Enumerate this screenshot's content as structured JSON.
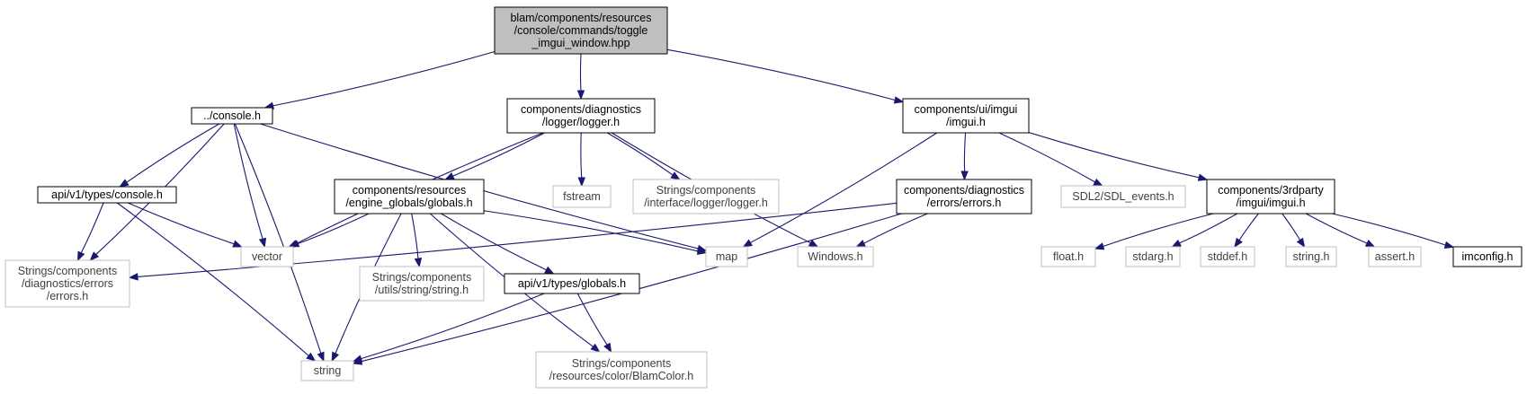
{
  "colors": {
    "edge": "#191970",
    "root_fill": "#bfbfbf",
    "node_border": "#000000",
    "external_border": "#bfbfbf",
    "external_text": "#404040"
  },
  "nodes": [
    {
      "id": "root",
      "style": "root",
      "lines": [
        "blam/components/resources",
        "/console/commands/toggle",
        "_imgui_window.hpp"
      ]
    },
    {
      "id": "console",
      "style": "solid",
      "lines": [
        "../console.h"
      ]
    },
    {
      "id": "logger",
      "style": "solid",
      "lines": [
        "components/diagnostics",
        "/logger/logger.h"
      ]
    },
    {
      "id": "imgui_ui",
      "style": "solid",
      "lines": [
        "components/ui/imgui",
        "/imgui.h"
      ]
    },
    {
      "id": "types_console",
      "style": "solid",
      "lines": [
        "api/v1/types/console.h"
      ]
    },
    {
      "id": "str_errors",
      "style": "ext",
      "lines": [
        "Strings/components",
        "/diagnostics/errors",
        "/errors.h"
      ]
    },
    {
      "id": "vector",
      "style": "ext",
      "lines": [
        "vector"
      ]
    },
    {
      "id": "string",
      "style": "ext",
      "lines": [
        "string"
      ]
    },
    {
      "id": "map",
      "style": "ext",
      "lines": [
        "map"
      ]
    },
    {
      "id": "globals",
      "style": "solid",
      "lines": [
        "components/resources",
        "/engine_globals/globals.h"
      ]
    },
    {
      "id": "fstream",
      "style": "ext",
      "lines": [
        "fstream"
      ]
    },
    {
      "id": "str_logger",
      "style": "ext",
      "lines": [
        "Strings/components",
        "/interface/logger/logger.h"
      ]
    },
    {
      "id": "windows",
      "style": "ext",
      "lines": [
        "Windows.h"
      ]
    },
    {
      "id": "str_string",
      "style": "ext",
      "lines": [
        "Strings/components",
        "/utils/string/string.h"
      ]
    },
    {
      "id": "types_globals",
      "style": "solid",
      "lines": [
        "api/v1/types/globals.h"
      ]
    },
    {
      "id": "blamcolor",
      "style": "ext",
      "lines": [
        "Strings/components",
        "/resources/color/BlamColor.h"
      ]
    },
    {
      "id": "errors",
      "style": "solid",
      "lines": [
        "components/diagnostics",
        "/errors/errors.h"
      ]
    },
    {
      "id": "sdl",
      "style": "ext",
      "lines": [
        "SDL2/SDL_events.h"
      ]
    },
    {
      "id": "imgui3p",
      "style": "solid",
      "lines": [
        "components/3rdparty",
        "/imgui/imgui.h"
      ]
    },
    {
      "id": "float",
      "style": "ext",
      "lines": [
        "float.h"
      ]
    },
    {
      "id": "stdarg",
      "style": "ext",
      "lines": [
        "stdarg.h"
      ]
    },
    {
      "id": "stddef",
      "style": "ext",
      "lines": [
        "stddef.h"
      ]
    },
    {
      "id": "string_h",
      "style": "ext",
      "lines": [
        "string.h"
      ]
    },
    {
      "id": "assert",
      "style": "ext",
      "lines": [
        "assert.h"
      ]
    },
    {
      "id": "imconfig",
      "style": "solid",
      "lines": [
        "imconfig.h"
      ]
    }
  ],
  "edges": [
    [
      "root",
      "console"
    ],
    [
      "root",
      "logger"
    ],
    [
      "root",
      "imgui_ui"
    ],
    [
      "console",
      "types_console"
    ],
    [
      "console",
      "str_errors"
    ],
    [
      "console",
      "vector"
    ],
    [
      "console",
      "string"
    ],
    [
      "console",
      "map"
    ],
    [
      "types_console",
      "str_errors"
    ],
    [
      "types_console",
      "vector"
    ],
    [
      "types_console",
      "string"
    ],
    [
      "logger",
      "vector"
    ],
    [
      "logger",
      "globals"
    ],
    [
      "logger",
      "fstream"
    ],
    [
      "logger",
      "str_logger"
    ],
    [
      "logger",
      "windows"
    ],
    [
      "globals",
      "vector"
    ],
    [
      "globals",
      "string"
    ],
    [
      "globals",
      "str_string"
    ],
    [
      "globals",
      "types_globals"
    ],
    [
      "globals",
      "map"
    ],
    [
      "globals",
      "blamcolor"
    ],
    [
      "types_globals",
      "string"
    ],
    [
      "types_globals",
      "blamcolor"
    ],
    [
      "imgui_ui",
      "map"
    ],
    [
      "imgui_ui",
      "errors"
    ],
    [
      "imgui_ui",
      "sdl"
    ],
    [
      "imgui_ui",
      "imgui3p"
    ],
    [
      "errors",
      "str_errors"
    ],
    [
      "errors",
      "windows"
    ],
    [
      "errors",
      "string"
    ],
    [
      "imgui3p",
      "float"
    ],
    [
      "imgui3p",
      "stdarg"
    ],
    [
      "imgui3p",
      "stddef"
    ],
    [
      "imgui3p",
      "string_h"
    ],
    [
      "imgui3p",
      "assert"
    ],
    [
      "imgui3p",
      "imconfig"
    ]
  ]
}
